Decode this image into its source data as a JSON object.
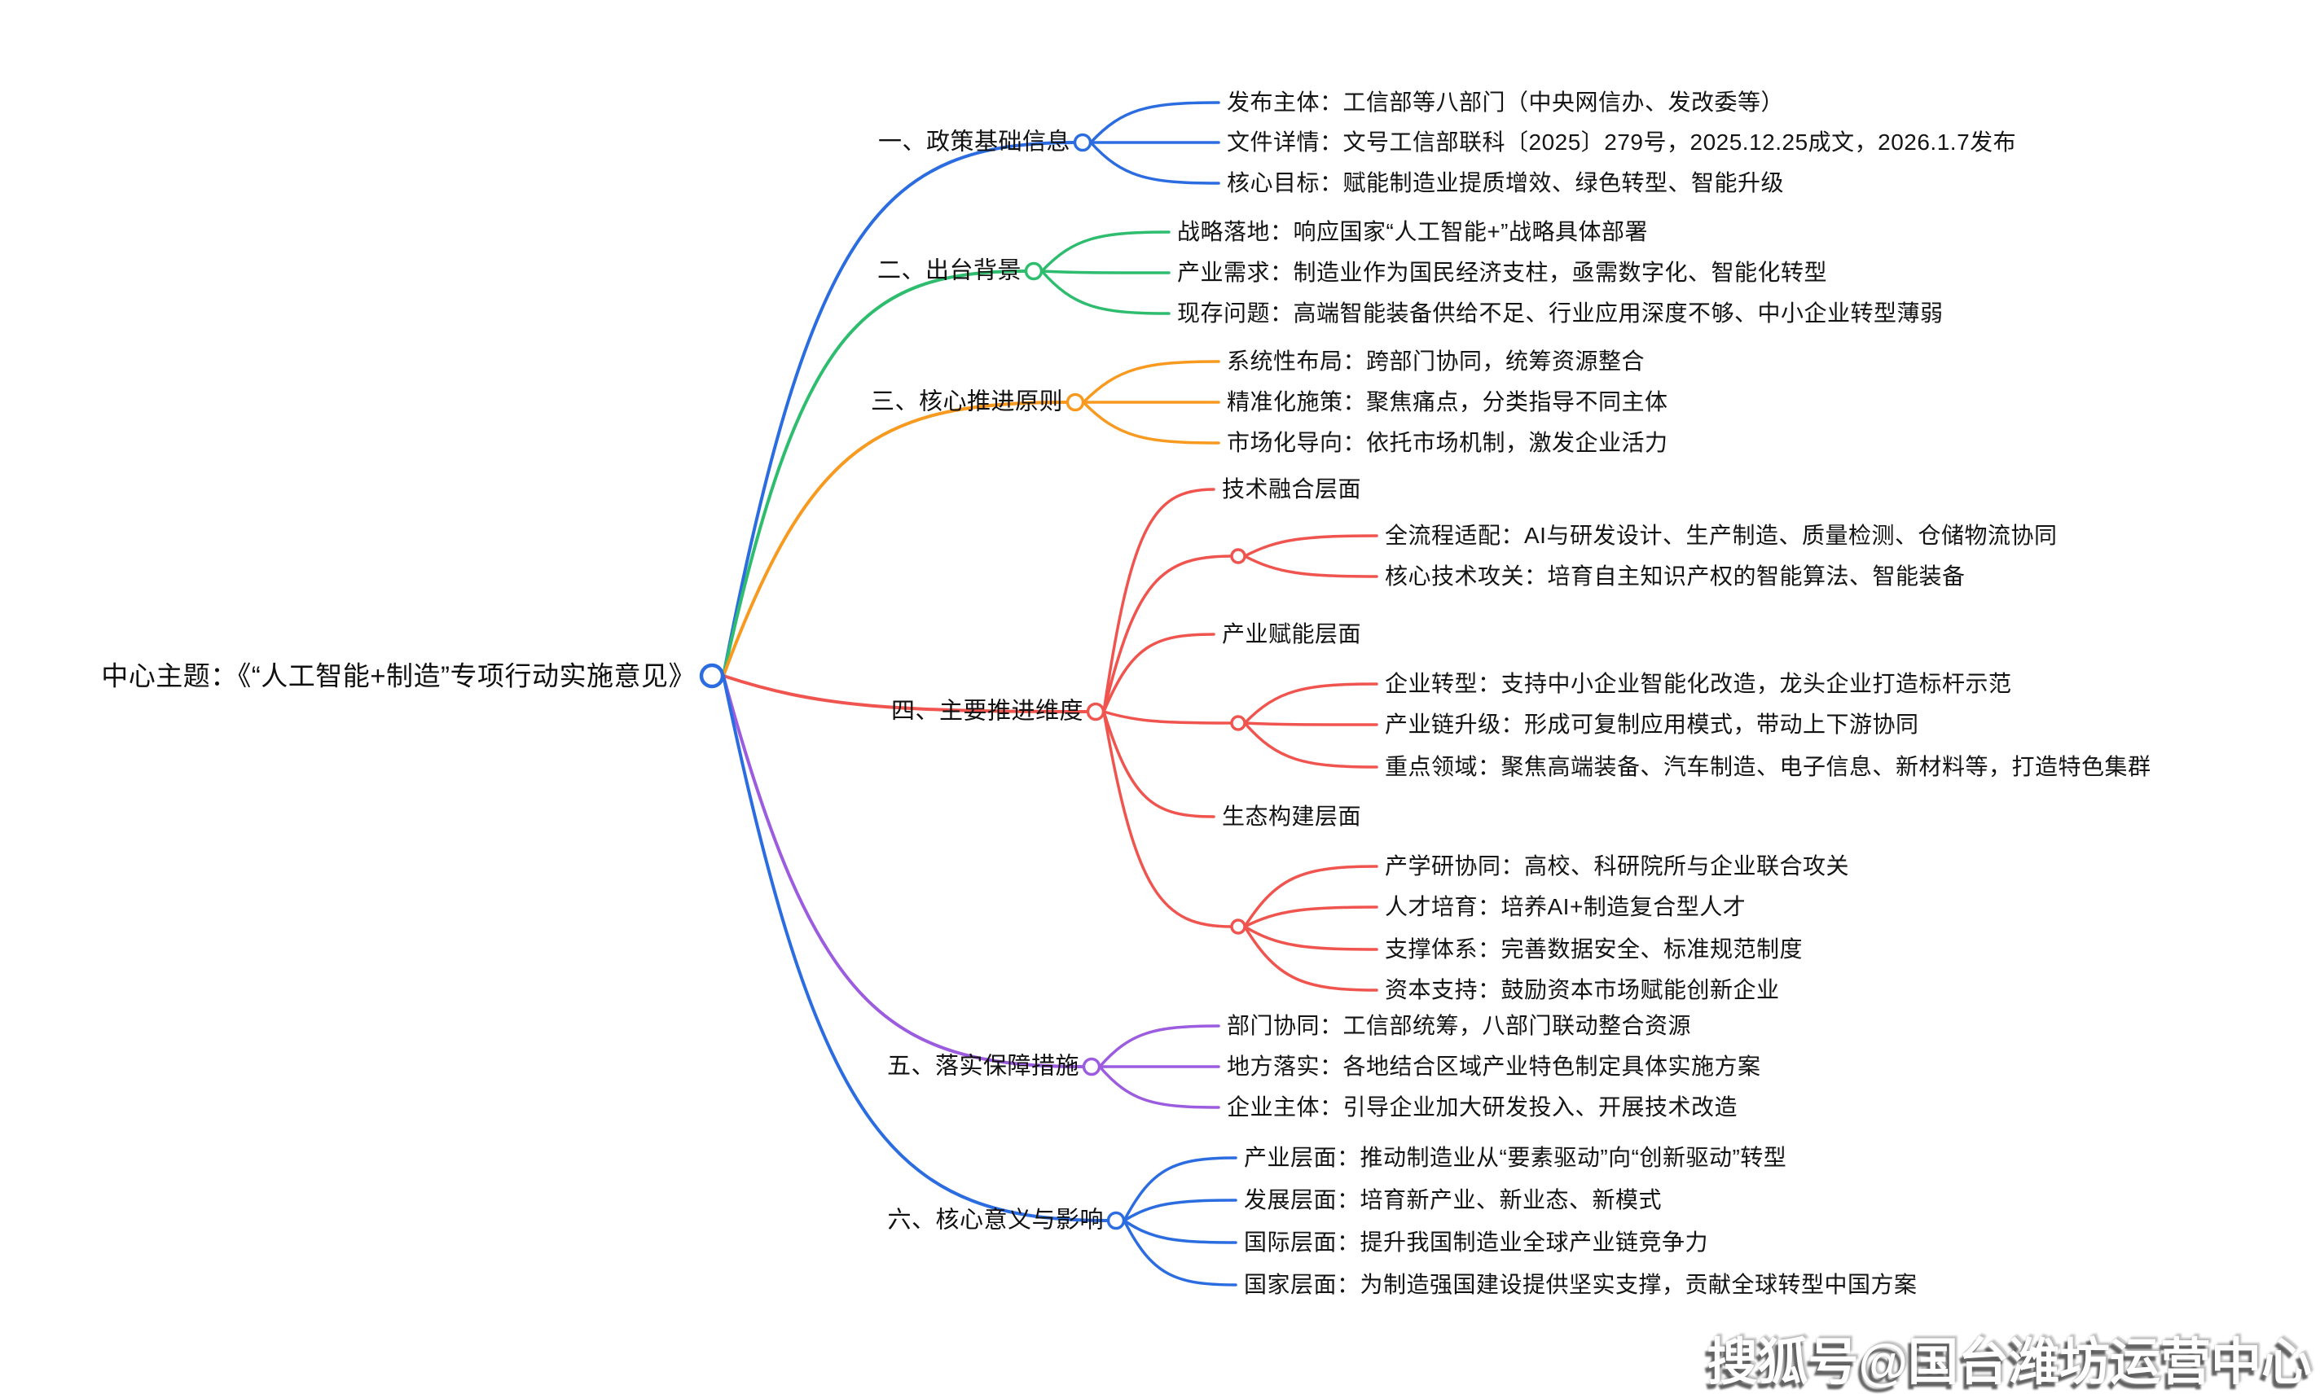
{
  "center": {
    "label": "中心主题：《“人工智能+制造”专项行动实施意见》"
  },
  "colors": {
    "branch1_blue": "#2b6de0",
    "branch2_green": "#2ebd6f",
    "branch3_orange": "#f79a1f",
    "branch4_red": "#f0544f",
    "branch5_purple": "#9c5ce0",
    "branch6_blue": "#2b6de0",
    "text": "#141414"
  },
  "branches": [
    {
      "label": "一、政策基础信息",
      "children": [
        "发布主体：工信部等八部门（中央网信办、发改委等）",
        "文件详情：文号工信部联科〔2025〕279号，2025.12.25成文，2026.1.7发布",
        "核心目标：赋能制造业提质增效、绿色转型、智能升级"
      ]
    },
    {
      "label": "二、出台背景",
      "children": [
        "战略落地：响应国家“人工智能+”战略具体部署",
        "产业需求：制造业作为国民经济支柱，亟需数字化、智能化转型",
        "现存问题：高端智能装备供给不足、行业应用深度不够、中小企业转型薄弱"
      ]
    },
    {
      "label": "三、核心推进原则",
      "children": [
        "系统性布局：跨部门协同，统筹资源整合",
        "精准化施策：聚焦痛点，分类指导不同主体",
        "市场化导向：依托市场机制，激发企业活力"
      ]
    },
    {
      "label": "四、主要推进维度",
      "sections": [
        {
          "title": "技术融合层面",
          "items": [
            "全流程适配：AI与研发设计、生产制造、质量检测、仓储物流协同",
            "核心技术攻关：培育自主知识产权的智能算法、智能装备"
          ]
        },
        {
          "title": "产业赋能层面",
          "items": [
            "企业转型：支持中小企业智能化改造，龙头企业打造标杆示范",
            "产业链升级：形成可复制应用模式，带动上下游协同",
            "重点领域：聚焦高端装备、汽车制造、电子信息、新材料等，打造特色集群"
          ]
        },
        {
          "title": "生态构建层面",
          "items": [
            "产学研协同：高校、科研院所与企业联合攻关",
            "人才培育：培养AI+制造复合型人才",
            "支撑体系：完善数据安全、标准规范制度",
            "资本支持：鼓励资本市场赋能创新企业"
          ]
        }
      ]
    },
    {
      "label": "五、落实保障措施",
      "children": [
        "部门协同：工信部统筹，八部门联动整合资源",
        "地方落实：各地结合区域产业特色制定具体实施方案",
        "企业主体：引导企业加大研发投入、开展技术改造"
      ]
    },
    {
      "label": "六、核心意义与影响",
      "children": [
        "产业层面：推动制造业从“要素驱动”向“创新驱动”转型",
        "发展层面：培育新产业、新业态、新模式",
        "国际层面：提升我国制造业全球产业链竞争力",
        "国家层面：为制造强国建设提供坚实支撑，贡献全球转型中国方案"
      ]
    }
  ],
  "watermark": "搜狐号@国台潍坊运营中心"
}
